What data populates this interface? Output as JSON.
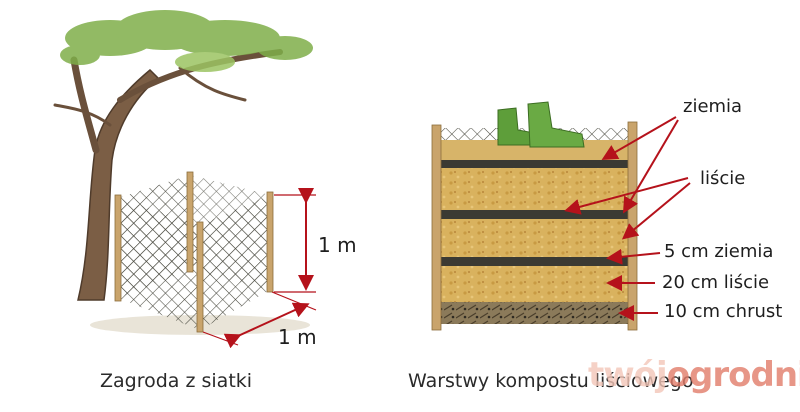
{
  "left_figure": {
    "caption": "Zagroda z siatki",
    "height_label": "1 m",
    "width_label": "1 m"
  },
  "right_figure": {
    "caption": "Warstwy kompostu liściowego",
    "labels": {
      "soil_top": "ziemia",
      "leaves": "liście",
      "soil_5cm": "5 cm ziemia",
      "leaves_20cm": "20 cm liście",
      "brush_10cm": "10 cm chrust"
    }
  },
  "watermark": {
    "part1": "twój",
    "part2": "ogrodnik"
  },
  "colors": {
    "arrow": "#b5121b",
    "wood": "#c9a46c",
    "mesh": "#4a4a40",
    "foliage": "#7fae4a",
    "trunk": "#7b5e45",
    "leaf_layer": "#d9b25e",
    "soil_layer": "#3b3a33",
    "boots": "#5e9e3a"
  }
}
